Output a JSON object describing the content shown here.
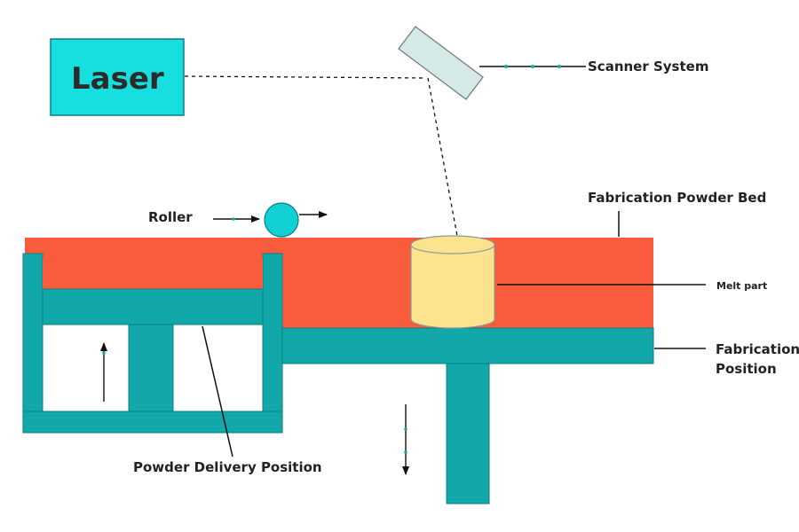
{
  "labels": {
    "laser": "Laser",
    "scanner": "Scanner System",
    "bed": "Fabrication Powder Bed",
    "roller": "Roller",
    "melt": "Melt part",
    "fab_pos_1": "Fabrication",
    "fab_pos_2": "Position",
    "powder_delivery": "Powder Delivery Position"
  },
  "colors": {
    "teal": "#12a8a9",
    "teal_dark": "#0c7f80",
    "laser_box": "#17dfe0",
    "powder": "#f95b3d",
    "melt": "#fde38e",
    "scanner": "#d5eae6",
    "line": "#111111"
  }
}
